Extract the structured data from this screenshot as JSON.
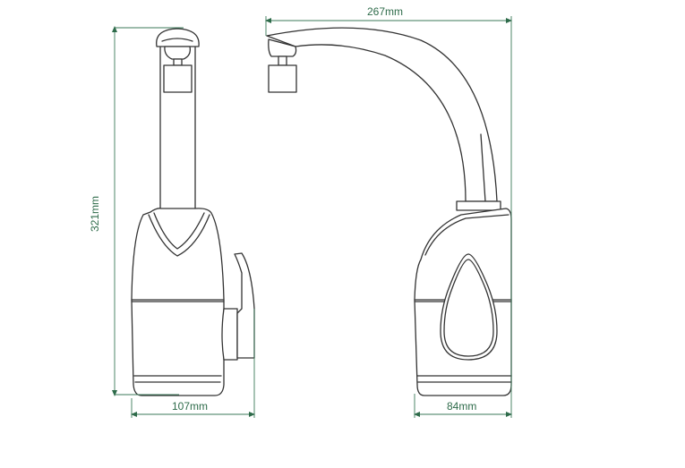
{
  "dimensions": {
    "height": "321mm",
    "spout_reach": "267mm",
    "side_depth": "107mm",
    "front_width": "84mm"
  },
  "colors": {
    "dimension": "#2e6b4a",
    "outline": "#333333"
  }
}
